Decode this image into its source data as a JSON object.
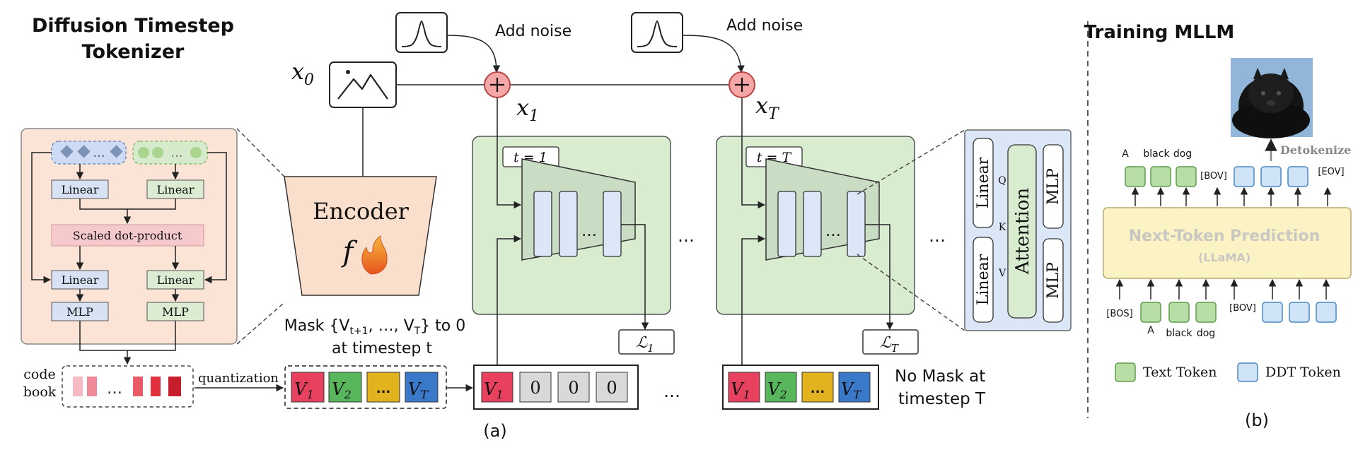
{
  "left_title": [
    "Diffusion Timestep",
    "Tokenizer"
  ],
  "right_title": "Training MLLM",
  "tokenizer": {
    "linear": "Linear",
    "scaled_dot": "Scaled dot-product",
    "mlp": "MLP",
    "dots": "...",
    "codebook": [
      "code",
      "book"
    ],
    "quantization": "quantization"
  },
  "encoder": {
    "label": "Encoder",
    "symbol": "f"
  },
  "noise": {
    "label": "Add noise"
  },
  "vars": {
    "x0": "x",
    "x0_sub": "0",
    "x1": "x",
    "x1_sub": "1",
    "xT": "x",
    "xT_sub": "T"
  },
  "unets": [
    {
      "t_label": "t = 1",
      "loss": "ℒ",
      "loss_sub": "1"
    },
    {
      "t_label": "t = T",
      "loss": "ℒ",
      "loss_sub": "T"
    }
  ],
  "ellipsis": "…",
  "mask_text": [
    "Mask {V",
    "t+1",
    ", …, V",
    "T",
    "} to 0",
    "at timestep t"
  ],
  "tokens": {
    "v": "V",
    "v1_sub": "1",
    "v2_sub": "2",
    "vT_sub": "T",
    "dots": "...",
    "zero": "0"
  },
  "no_mask": [
    "No Mask at",
    "timestep T"
  ],
  "attention_block": {
    "linear": "Linear",
    "attention": "Attention",
    "mlp": "MLP",
    "q": "Q",
    "k": "K",
    "v": "V"
  },
  "mllm": {
    "prediction": "Next-Token Prediction",
    "model": "(LLaMA)",
    "detokenize": "Detokenize",
    "top_labels": [
      "A",
      "black",
      "dog",
      "[BOV]",
      "[EOV]"
    ],
    "bottom_labels": [
      "[BOS]",
      "A",
      "black",
      "dog",
      "[BOV]"
    ],
    "legend_text": "Text Token",
    "legend_ddt": "DDT Token"
  },
  "captions": {
    "a": "(a)",
    "b": "(b)"
  },
  "colors": {
    "pink_panel": "#fbe3d6",
    "green_panel": "#d8ecd0",
    "blue_panel": "#dbe6f7",
    "v1": "#e8415f",
    "v2": "#58b65c",
    "vdots": "#e3b31f",
    "vT": "#3a78c9",
    "yellow": "#fcf3c4"
  }
}
